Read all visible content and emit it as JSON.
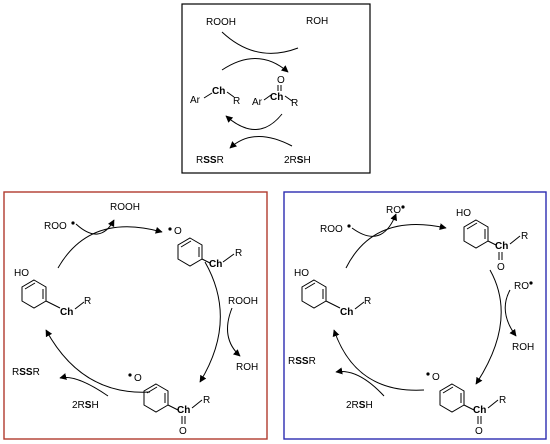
{
  "top": {
    "rooh": "ROOH",
    "roh": "ROH",
    "ar1": "Ar",
    "ch1": "Ch",
    "r1": "R",
    "o": "O",
    "ar2": "Ar",
    "ch2": "Ch",
    "r2": "R",
    "rssr_pre": "R",
    "rssr_ss": "SS",
    "rssr_post": "R",
    "rsh_pre": "2R",
    "rsh_s": "S",
    "rsh_post": "H"
  },
  "left": {
    "roo": "ROO",
    "rooh": "ROOH",
    "ho": "HO",
    "ch_a": "Ch",
    "r_a": "R",
    "o_b": "O",
    "ch_b": "Ch",
    "r_b": "R",
    "rooh2": "ROOH",
    "roh": "ROH",
    "rssr_pre": "R",
    "rssr_ss": "SS",
    "rssr_post": "R",
    "rsh_pre": "2R",
    "rsh_s": "S",
    "rsh_post": "H",
    "o_c": "O",
    "ch_c": "Ch",
    "r_c": "R",
    "o_c2": "O"
  },
  "right": {
    "roo": "ROO",
    "ro": "RO",
    "ho_b": "HO",
    "ch_b": "Ch",
    "r_b": "R",
    "o_b2": "O",
    "ho_a": "HO",
    "ch_a": "Ch",
    "r_a": "R",
    "ro2": "RO",
    "roh": "ROH",
    "rssr_pre": "R",
    "rssr_ss": "SS",
    "rssr_post": "R",
    "rsh_pre": "2R",
    "rsh_s": "S",
    "rsh_post": "H",
    "o_c": "O",
    "ch_c": "Ch",
    "r_c": "R",
    "o_c2": "O"
  },
  "colors": {
    "top_border": "#000000",
    "left_border": "#b03a2e",
    "right_border": "#2c2cb0"
  }
}
